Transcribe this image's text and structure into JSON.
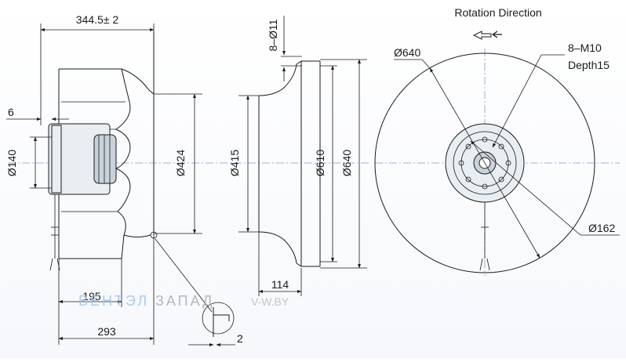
{
  "side_view": {
    "overall_length": "344.5± 2",
    "shaft_offset": "6",
    "motor_dia": "Ø140",
    "wheel_dia": "Ø424",
    "len_195": "195",
    "len_293": "293",
    "gap": "2"
  },
  "inlet_view": {
    "holes": "8–Ø11",
    "inlet_dia": "Ø415",
    "flange_dia": "Ø610",
    "outer_dia": "Ø640",
    "depth": "114"
  },
  "front_view": {
    "title": "Rotation  Direction",
    "outer_dia": "Ø640",
    "bolt_spec": "8–M10",
    "bolt_depth": "Depth15",
    "hub_dia": "Ø162"
  },
  "watermark": {
    "left": "ВЕНТЭЛ",
    "right": "ЗАПАД",
    "site": "V-W.BY"
  },
  "colors": {
    "line": "#1a1a1a",
    "centerline": "#7aa0c8",
    "watermark_blue": "#9ec3ea",
    "watermark_gray": "#a8aeb4"
  }
}
